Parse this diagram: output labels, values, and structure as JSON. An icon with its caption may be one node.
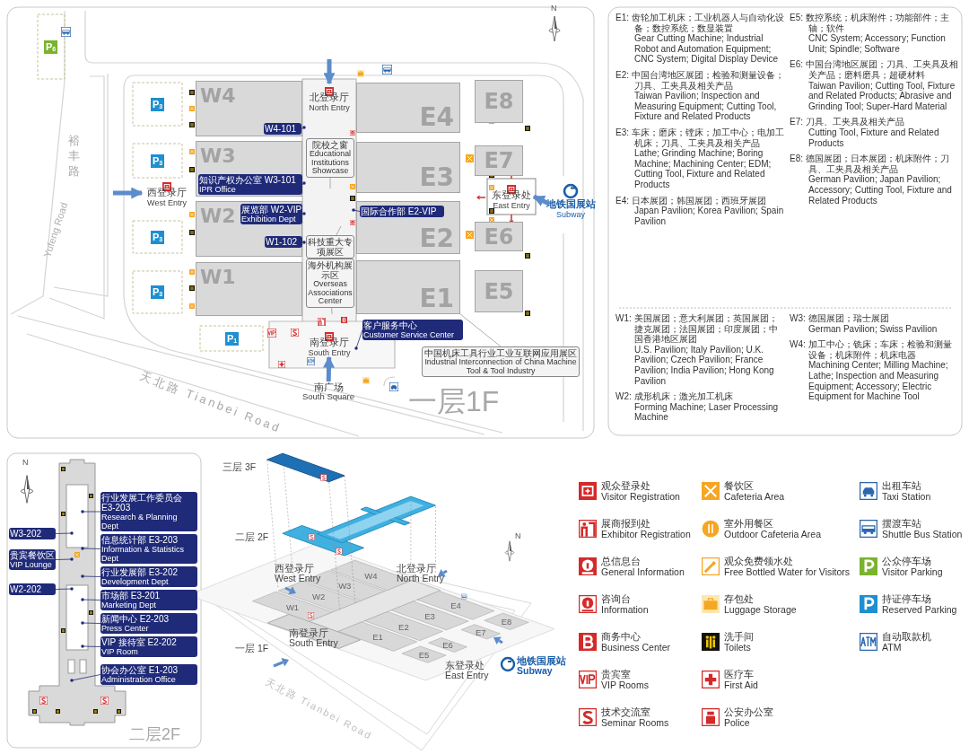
{
  "diagram": {
    "nodes": [
      {
        "text": [
          "W4"
        ]
      },
      {
        "text": [
          "W3"
        ]
      },
      {
        "text": [
          "W2"
        ]
      },
      {
        "text": [
          "W1"
        ]
      },
      {
        "text": [
          "E4"
        ]
      },
      {
        "text": [
          "E3"
        ]
      },
      {
        "text": [
          "E2"
        ]
      },
      {
        "text": [
          "E1"
        ]
      },
      {
        "text": [
          "E8"
        ]
      },
      {
        "text": [
          "E7"
        ]
      },
      {
        "text": [
          "E6"
        ]
      },
      {
        "text": [
          "E5"
        ]
      },
      {
        "text": [
          "北登录厅",
          "North Entry"
        ]
      },
      {
        "text": [
          "西登录厅",
          "West Entry"
        ]
      },
      {
        "text": [
          "东登录处",
          "East Entry"
        ]
      },
      {
        "text": [
          "南登录厅",
          "South Entry"
        ]
      },
      {
        "text": [
          "南广场",
          "South Square"
        ]
      },
      {
        "text": [
          "地铁国展站",
          "Subway"
        ]
      },
      {
        "text": [
          "W4-101"
        ],
        "in": 0
      },
      {
        "text": [
          "知识产权办公室 W3-101",
          "IPR Office"
        ],
        "in": 1
      },
      {
        "text": [
          "展览部 W2-VIP",
          "Exhibition Dept"
        ],
        "in": 2
      },
      {
        "text": [
          "W1-102"
        ],
        "in": 2
      },
      {
        "text": [
          "国际合作部 E2-VIP"
        ],
        "in": 6
      },
      {
        "text": [
          "客户服务中心",
          "Customer Service Center"
        ]
      },
      {
        "text": [
          "院校之窗",
          "Educational Institutions Showcase"
        ]
      },
      {
        "text": [
          "科技重大专项展区"
        ]
      },
      {
        "text": [
          "海外机构展示区",
          "Overseas Associations Center"
        ]
      },
      {
        "text": [
          "中国机床工具行业工业互联网应用展区",
          "Industrial Interconnection of China Machine Tool & Tool Industry"
        ]
      },
      {
        "text": [
          "W3-202"
        ]
      },
      {
        "text": [
          "贵宾餐饮区",
          "VIP Lounge"
        ]
      },
      {
        "text": [
          "W2-202"
        ]
      },
      {
        "text": [
          "行业发展工作委员会 E3-203",
          "Research & Planning Dept"
        ]
      },
      {
        "text": [
          "信息统计部 E3-203",
          "Information & Statistics Dept"
        ]
      },
      {
        "text": [
          "行业发展部 E3-202",
          "Development Dept"
        ]
      },
      {
        "text": [
          "市场部 E3-201",
          "Marketing Dept"
        ]
      },
      {
        "text": [
          "新闻中心 E2-203",
          "Press Center"
        ]
      },
      {
        "text": [
          "VIP 接待室 E2-202",
          "VIP Room"
        ]
      },
      {
        "text": [
          "协会办公室 E1-203",
          "Administration Office"
        ]
      }
    ],
    "edges": [
      {
        "from": null,
        "to": 12,
        "arrow": "to",
        "style": "thick",
        "color": "#5b8ccc"
      },
      {
        "from": null,
        "to": 13,
        "arrow": "to",
        "style": "thick",
        "color": "#5b8ccc"
      },
      {
        "from": 17,
        "to": 14,
        "arrow": "to",
        "style": "thick",
        "color": "#5b8ccc"
      },
      {
        "from": 16,
        "to": 15,
        "arrow": "to",
        "style": "thick",
        "color": "#5b8ccc"
      },
      {
        "from": 18,
        "to": null,
        "arrow": "other"
      },
      {
        "from": 19,
        "to": null,
        "arrow": "other"
      },
      {
        "from": 20,
        "to": null,
        "arrow": "other"
      },
      {
        "from": 21,
        "to": null,
        "arrow": "other"
      },
      {
        "from": 22,
        "to": null,
        "arrow": "other"
      },
      {
        "from": 23,
        "to": null,
        "arrow": "other"
      },
      {
        "from": 24,
        "to": null,
        "arrow": "none",
        "color": "#999999"
      },
      {
        "from": 25,
        "to": null,
        "arrow": "none",
        "color": "#999999"
      },
      {
        "from": 26,
        "to": null,
        "arrow": "none",
        "color": "#999999"
      },
      {
        "from": 27,
        "to": 7,
        "arrow": "none",
        "color": "#999999"
      },
      {
        "from": 28,
        "to": null,
        "arrow": "other"
      },
      {
        "from": 29,
        "to": null,
        "arrow": "other"
      },
      {
        "from": 30,
        "to": null,
        "arrow": "other"
      },
      {
        "from": 31,
        "to": null,
        "arrow": "other"
      },
      {
        "from": 32,
        "to": null,
        "arrow": "other"
      },
      {
        "from": 33,
        "to": null,
        "arrow": "other"
      },
      {
        "from": 34,
        "to": null,
        "arrow": "other"
      },
      {
        "from": 35,
        "to": null,
        "arrow": "other"
      },
      {
        "from": 36,
        "to": null,
        "arrow": "other"
      },
      {
        "from": 37,
        "to": null,
        "arrow": "other"
      }
    ],
    "labels": [
      "一层1F",
      "裕丰路",
      "Yufeng Road",
      "天北路 Tianbei Road",
      "N",
      "P$_{6}$",
      "P$_{3}$",
      "P$_{3}$",
      "P$_{3}$",
      "P$_{3}$",
      "P$_{1}$",
      "E1: 齿轮加工机床；工业机器人与自动化设备；数控系统；数显装置",
      "Gear Cutting Machine; Industrial Robot and Automation Equipment; CNC System; Digital Display Device",
      "E2: 中国台湾地区展团；检验和测量设备；刀具、工夹具及相关产品",
      "Taiwan Pavilion; Inspection and Measuring Equipment; Cutting Tool, Fixture and Related Products",
      "E3: 车床；磨床；镗床；加工中心；电加工机床；刀具、工夹具及相关产品",
      "Lathe; Grinding Machine; Boring Machine; Machining Center; EDM; Cutting Tool, Fixture and Related Products",
      "E4: 日本展团；韩国展团；西班牙展团",
      "Japan Pavilion; Korea Pavilion; Spain Pavilion",
      "E5: 数控系统；机床附件；功能部件；主轴；软件",
      "CNC System; Accessory; Function Unit; Spindle; Software",
      "E6: 中国台湾地区展团；刀具、工夹具及相关产品；磨料磨具；超硬材料",
      "Taiwan Pavilion; Cutting Tool, Fixture and Related Products; Abrasive and Grinding Tool; Super-Hard Material",
      "E7: 刀具、工夹具及相关产品",
      "Cutting Tool, Fixture and Related Products",
      "E8: 德国展团；日本展团；机床附件；刀具、工夹具及相关产品",
      "German Pavilion; Japan Pavilion; Accessory; Cutting Tool, Fixture and Related Products",
      "W1: 美国展团；意大利展团；英国展团；捷克展团；法国展团；印度展团；中国香港地区展团",
      "U.S. Pavilion; Italy Pavilion; U.K. Pavilion; Czech Pavilion; France Pavilion; India Pavilion; Hong Kong Pavilion",
      "W2: 成形机床；激光加工机床",
      "Forming Machine; Laser Processing Machine",
      "W3: 德国展团；瑞士展团",
      "German Pavilion; Swiss Pavilion",
      "W4: 加工中心；铣床；车床；检验和测量设备；机床附件；机床电器",
      "Machining Center; Milling Machine; Lathe; Inspection and Measuring Equipment; Accessory; Electric Equipment for Machine Tool",
      "N",
      "二层2F",
      "三层 3F",
      "二层 2F",
      "一层 1F",
      "W4",
      "W3",
      "W2",
      "W1",
      "E4",
      "E3",
      "E2",
      "E1",
      "E8",
      "E7",
      "E6",
      "E5",
      "西登录厅 West Entry",
      "北登录厅 North Entry",
      "南登录厅 South Entry",
      "东登录处 East Entry",
      "地铁国展站 Subway",
      "天北路 Tianbei Road",
      "N"
    ],
    "legend": [
      {
        "text": "观众登录处 Visitor Registration"
      },
      {
        "text": "展商报到处 Exhibitor Registration"
      },
      {
        "text": "总信息台 General Information"
      },
      {
        "text": "咨询台 Information"
      },
      {
        "text": "商务中心 Business Center"
      },
      {
        "text": "贵宾室 VIP Rooms"
      },
      {
        "text": "技术交流室 Seminar Rooms"
      },
      {
        "text": "餐饮区 Cafeteria Area"
      },
      {
        "text": "室外用餐区 Outdoor Cafeteria Area"
      },
      {
        "text": "观众免费领水处 Free Bottled Water for Visitors"
      },
      {
        "text": "存包处 Luggage Storage"
      },
      {
        "text": "洗手间 Toilets"
      },
      {
        "text": "医疗车 First Aid"
      },
      {
        "text": "公安办公室 Police"
      },
      {
        "text": "出租车站 Taxi Station"
      },
      {
        "text": "摆渡车站 Shuttle Bus Station"
      },
      {
        "text": "公众停车场 Visitor Parking"
      },
      {
        "text": "持证停车场 Reserved Parking"
      },
      {
        "text": "自动取款机 ATM"
      }
    ]
  }
}
